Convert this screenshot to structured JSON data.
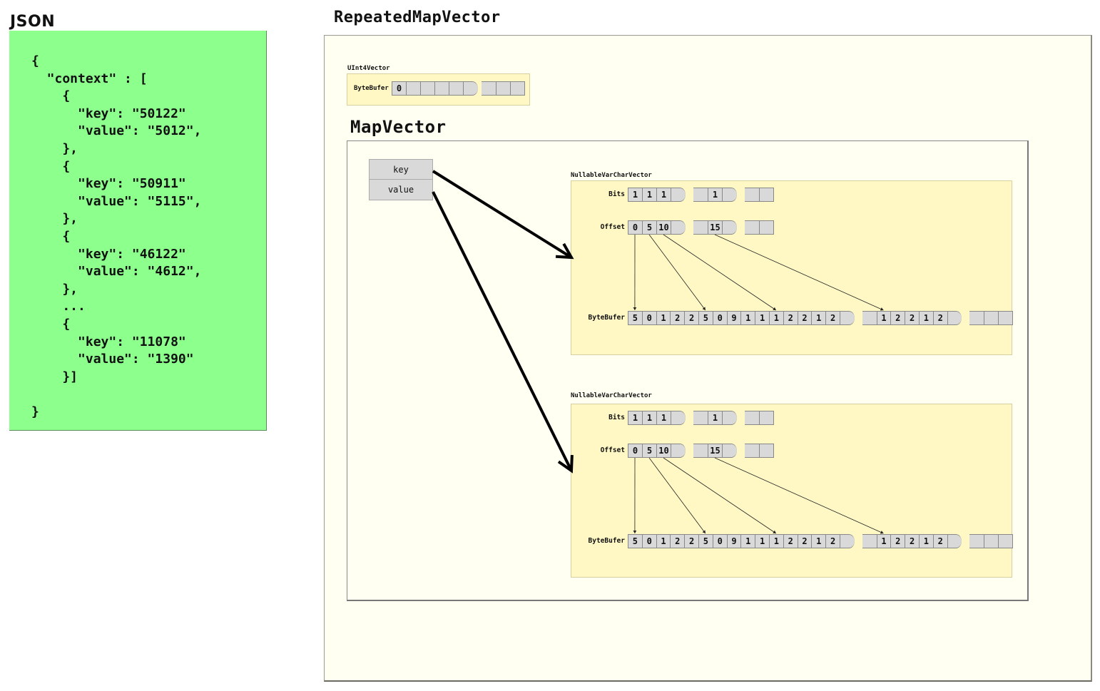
{
  "json_panel": {
    "title": "JSON",
    "code_lines": [
      "{",
      "  \"context\" : [",
      "    {",
      "      \"key\": \"50122\"",
      "      \"value\": \"5012\",",
      "    },",
      "    {",
      "      \"key\": \"50911\"",
      "      \"value\": \"5115\",",
      "    },",
      "    {",
      "      \"key\": \"46122\"",
      "      \"value\": \"4612\",",
      "    },",
      "    ...",
      "    {",
      "      \"key\": \"11078\"",
      "      \"value\": \"1390\"",
      "    }]",
      "",
      "}"
    ],
    "background_color": "#8cff8c"
  },
  "repeated_map_vector": {
    "title": "RepeatedMapVector",
    "uint4_vector": {
      "label": "UInt4Vector",
      "row_label": "ByteBufer",
      "cells_first": [
        "0",
        "",
        "",
        "",
        "",
        ""
      ],
      "cells_last": [
        "",
        "",
        ""
      ]
    },
    "map_vector": {
      "title": "MapVector",
      "entry_fields": [
        {
          "label": "key"
        },
        {
          "label": "value"
        }
      ],
      "nullable_vectors": [
        {
          "label": "NullableVarCharVector",
          "target": "key",
          "bits": {
            "label": "Bits",
            "seg1": [
              "1",
              "1",
              "1",
              ""
            ],
            "seg2": [
              "",
              "1",
              ""
            ],
            "seg3": [
              "",
              ""
            ]
          },
          "offset": {
            "label": "Offset",
            "seg1": [
              "0",
              "5",
              "10",
              ""
            ],
            "seg2": [
              "",
              "15",
              ""
            ],
            "seg3": [
              "",
              ""
            ]
          },
          "bytebuffer": {
            "label": "ByteBufer",
            "seg1": [
              "5",
              "0",
              "1",
              "2",
              "2",
              "5",
              "0",
              "9",
              "1",
              "1",
              "1",
              "2",
              "2",
              "1",
              "2",
              ""
            ],
            "seg2": [
              "",
              "1",
              "2",
              "2",
              "1",
              "2",
              ""
            ],
            "seg3": [
              "",
              "",
              ""
            ]
          },
          "offset_pointers": [
            {
              "from_offset_index": 0,
              "to_byte_index": 0
            },
            {
              "from_offset_index": 1,
              "to_byte_index": 5
            },
            {
              "from_offset_index": 2,
              "to_byte_index": 10
            },
            {
              "from_offset_index": "15",
              "to_byte_index": "seg2-1"
            }
          ]
        },
        {
          "label": "NullableVarCharVector",
          "target": "value",
          "bits": {
            "label": "Bits",
            "seg1": [
              "1",
              "1",
              "1",
              ""
            ],
            "seg2": [
              "",
              "1",
              ""
            ],
            "seg3": [
              "",
              ""
            ]
          },
          "offset": {
            "label": "Offset",
            "seg1": [
              "0",
              "5",
              "10",
              ""
            ],
            "seg2": [
              "",
              "15",
              ""
            ],
            "seg3": [
              "",
              ""
            ]
          },
          "bytebuffer": {
            "label": "ByteBufer",
            "seg1": [
              "5",
              "0",
              "1",
              "2",
              "2",
              "5",
              "0",
              "9",
              "1",
              "1",
              "1",
              "2",
              "2",
              "1",
              "2",
              ""
            ],
            "seg2": [
              "",
              "1",
              "2",
              "2",
              "1",
              "2",
              ""
            ],
            "seg3": [
              "",
              "",
              ""
            ]
          },
          "offset_pointers": [
            {
              "from_offset_index": 0,
              "to_byte_index": 0
            },
            {
              "from_offset_index": 1,
              "to_byte_index": 5
            },
            {
              "from_offset_index": 2,
              "to_byte_index": 10
            },
            {
              "from_offset_index": "15",
              "to_byte_index": "seg2-1"
            }
          ]
        }
      ]
    }
  },
  "colors": {
    "outer_background": "#fffff2",
    "vector_background": "#fff8c4",
    "cell_fill": "#d9d9d9",
    "arrow": "#000000"
  }
}
